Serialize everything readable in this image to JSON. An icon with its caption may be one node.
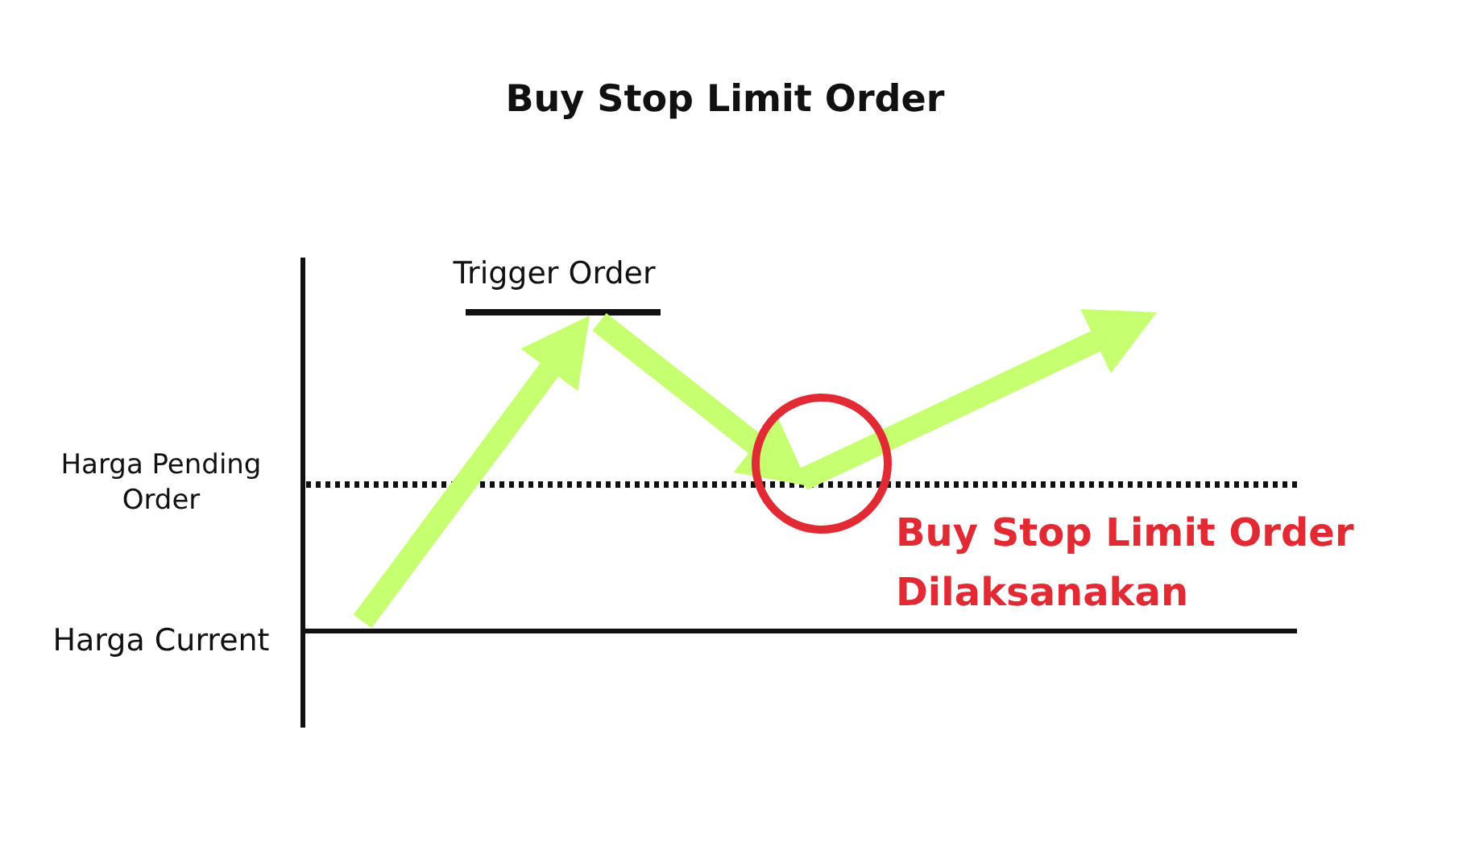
{
  "diagram": {
    "title": "Buy Stop Limit Order",
    "labels": [
      "Trigger Order",
      "Harga Pending Order",
      "Harga Current",
      "Buy Stop Limit Order Dilaksanakan"
    ]
  }
}
